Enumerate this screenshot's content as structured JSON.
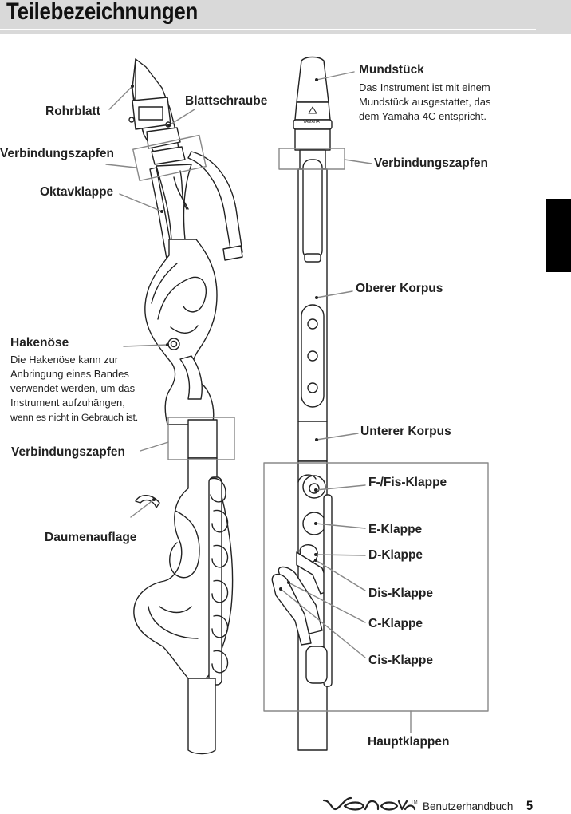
{
  "header": {
    "title": "Teilebezeichnungen"
  },
  "labels": {
    "rohrblatt": "Rohrblatt",
    "blattschraube": "Blattschraube",
    "verbindungszapfen": "Verbindungszapfen",
    "oktavklappe": "Oktavklappe",
    "hakenoese": "Hakenöse",
    "hakenoese_desc": [
      "Die Hakenöse kann zur",
      "Anbringung eines Bandes",
      "verwendet werden, um das",
      "Instrument aufzuhängen,",
      "wenn es nicht in Gebrauch ist."
    ],
    "daumenauflage": "Daumenauflage",
    "mundstueck": "Mundstück",
    "mundstueck_desc": [
      "Das Instrument ist mit einem",
      "Mundstück ausgestattet, das",
      "dem Yamaha 4C entspricht."
    ],
    "oberer_korpus": "Oberer Korpus",
    "unterer_korpus": "Unterer Korpus",
    "f_fis_klappe": "F-/Fis-Klappe",
    "e_klappe": "E-Klappe",
    "d_klappe": "D-Klappe",
    "dis_klappe": "Dis-Klappe",
    "c_klappe": "C-Klappe",
    "cis_klappe": "Cis-Klappe",
    "hauptklappen": "Hauptklappen"
  },
  "mouthpiece_brand": "YAMAHA",
  "footer": {
    "logo": "venova",
    "trademark": "TM",
    "manual": "Benutzerhandbuch",
    "page": "5"
  }
}
